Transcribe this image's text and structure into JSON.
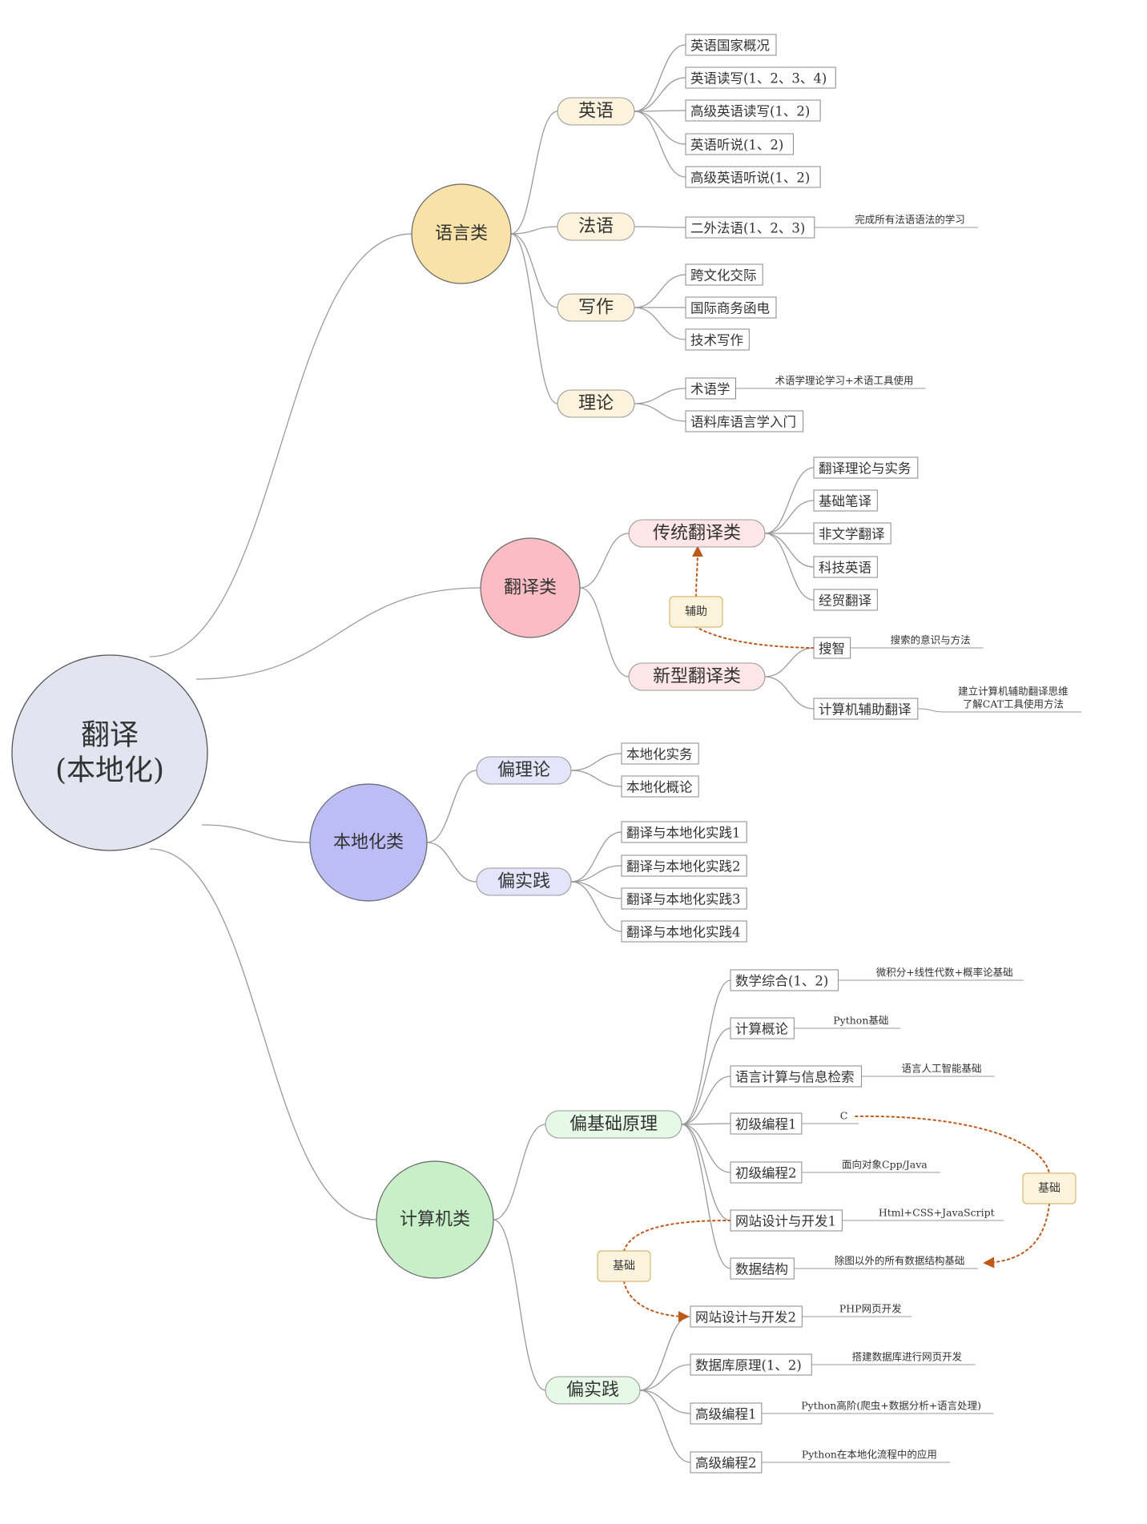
{
  "root": {
    "line1": "翻译",
    "line2": "(本地化)",
    "color": "#e4e4f0"
  },
  "branches": [
    {
      "label": "语言类",
      "color": "#f9e2a8",
      "children": [
        {
          "label": "英语",
          "color": "#fdf3dc",
          "leaves": [
            {
              "label": "英语国家概况"
            },
            {
              "label": "英语读写(1、2、3、4)"
            },
            {
              "label": "高级英语读写(1、2)"
            },
            {
              "label": "英语听说(1、2)"
            },
            {
              "label": "高级英语听说(1、2)"
            }
          ]
        },
        {
          "label": "法语",
          "color": "#fdf3dc",
          "leaves": [
            {
              "label": "二外法语(1、2、3)",
              "note": "完成所有法语语法的学习"
            }
          ]
        },
        {
          "label": "写作",
          "color": "#fdf3dc",
          "leaves": [
            {
              "label": "跨文化交际"
            },
            {
              "label": "国际商务函电"
            },
            {
              "label": "技术写作"
            }
          ]
        },
        {
          "label": "理论",
          "color": "#fdf3dc",
          "leaves": [
            {
              "label": "术语学",
              "note": "术语学理论学习+术语工具使用"
            },
            {
              "label": "语料库语言学入门"
            }
          ]
        }
      ]
    },
    {
      "label": "翻译类",
      "color": "#fbbcc4",
      "children": [
        {
          "label": "传统翻译类",
          "color": "#fde5e8",
          "leaves": [
            {
              "label": "翻译理论与实务"
            },
            {
              "label": "基础笔译"
            },
            {
              "label": "非文学翻译"
            },
            {
              "label": "科技英语"
            },
            {
              "label": "经贸翻译"
            }
          ]
        },
        {
          "label": "新型翻译类",
          "color": "#fde5e8",
          "leaves": [
            {
              "label": "搜智",
              "note": "搜索的意识与方法"
            },
            {
              "label": "计算机辅助翻译",
              "note": "建立计算机辅助翻译思维",
              "note2": "了解CAT工具使用方法"
            }
          ]
        }
      ]
    },
    {
      "label": "本地化类",
      "color": "#bcbcf7",
      "children": [
        {
          "label": "偏理论",
          "color": "#e4e4fb",
          "leaves": [
            {
              "label": "本地化实务"
            },
            {
              "label": "本地化概论"
            }
          ]
        },
        {
          "label": "偏实践",
          "color": "#e4e4fb",
          "leaves": [
            {
              "label": "翻译与本地化实践1"
            },
            {
              "label": "翻译与本地化实践2"
            },
            {
              "label": "翻译与本地化实践3"
            },
            {
              "label": "翻译与本地化实践4"
            }
          ]
        }
      ]
    },
    {
      "label": "计算机类",
      "color": "#c8f0c8",
      "children": [
        {
          "label": "偏基础原理",
          "color": "#e6f8e6",
          "leaves": [
            {
              "label": "数学综合(1、2)",
              "note": "微积分+线性代数+概率论基础"
            },
            {
              "label": "计算概论",
              "note": "Python基础"
            },
            {
              "label": "语言计算与信息检索",
              "note": "语言人工智能基础"
            },
            {
              "label": "初级编程1",
              "note": "C"
            },
            {
              "label": "初级编程2",
              "note": "面向对象Cpp/Java"
            },
            {
              "label": "网站设计与开发1",
              "note": "Html+CSS+JavaScript"
            },
            {
              "label": "数据结构",
              "note": "除图以外的所有数据结构基础"
            }
          ]
        },
        {
          "label": "偏实践",
          "color": "#e6f8e6",
          "leaves": [
            {
              "label": "网站设计与开发2",
              "note": "PHP网页开发"
            },
            {
              "label": "数据库原理(1、2)",
              "note": "搭建数据库进行网页开发"
            },
            {
              "label": "高级编程1",
              "note": "Python高阶(爬虫+数据分析+语言处理)"
            },
            {
              "label": "高级编程2",
              "note": "Python在本地化流程中的应用"
            }
          ]
        }
      ]
    }
  ],
  "relations": [
    {
      "label": "辅助"
    },
    {
      "label": "基础"
    },
    {
      "label": "基础"
    }
  ],
  "colors": {
    "line": "#9a9a9a",
    "relation": "#c0581a",
    "relation_box": "#fbf3dc",
    "relation_border": "#d8b870"
  }
}
